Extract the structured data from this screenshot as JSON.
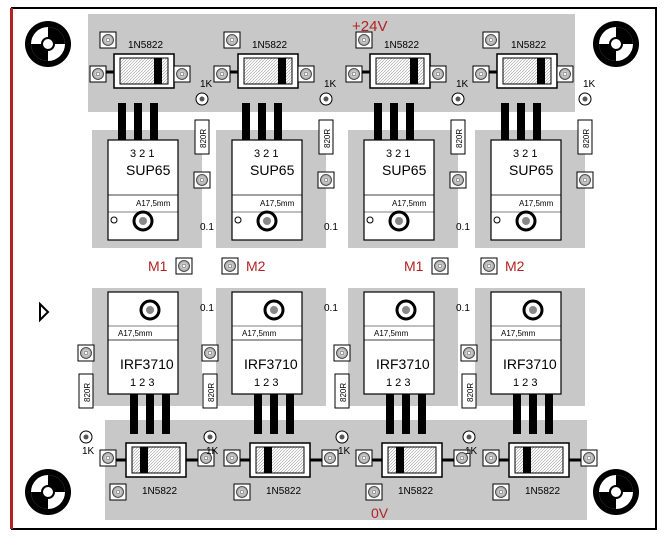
{
  "labels": {
    "power_rail": "+24V",
    "ground_rail": "0V"
  },
  "colors": {
    "board": "#ffffff",
    "copper": "#c8c8c8",
    "edge_left": "#b22222",
    "rail_text": "#b22222",
    "silk": "#000000"
  },
  "channels": [
    {
      "top_diode": "1N5822",
      "top_resistor": "820R",
      "top_pull": "1K",
      "upper_part": "SUP65",
      "upper_pins": "3 2 1",
      "upper_hole": "A17,5mm",
      "shunt_label": "0.1",
      "motor": "M1",
      "lower_part": "IRF3710",
      "lower_pins": "1 2 3",
      "lower_hole": "A17,5mm",
      "bottom_resistor": "820R",
      "bottom_pull": "1K",
      "bottom_diode": "1N5822"
    },
    {
      "top_diode": "1N5822",
      "top_resistor": "820R",
      "top_pull": "1K",
      "upper_part": "SUP65",
      "upper_pins": "3 2 1",
      "upper_hole": "A17,5mm",
      "shunt_label": "0.1",
      "motor": "M2",
      "lower_part": "IRF3710",
      "lower_pins": "1 2 3",
      "lower_hole": "A17,5mm",
      "bottom_resistor": "820R",
      "bottom_pull": "1K",
      "bottom_diode": "1N5822"
    },
    {
      "top_diode": "1N5822",
      "top_resistor": "820R",
      "top_pull": "1K",
      "upper_part": "SUP65",
      "upper_pins": "3 2 1",
      "upper_hole": "A17,5mm",
      "shunt_label": "0.1",
      "motor": "M1",
      "lower_part": "IRF3710",
      "lower_pins": "1 2 3",
      "lower_hole": "A17,5mm",
      "bottom_resistor": "820R",
      "bottom_pull": "1K",
      "bottom_diode": "1N5822"
    },
    {
      "top_diode": "1N5822",
      "top_resistor": "820R",
      "top_pull": "1K",
      "upper_part": "SUP65",
      "upper_pins": "3 2 1",
      "upper_hole": "A17,5mm",
      "shunt_label": "",
      "motor": "M2",
      "lower_part": "IRF3710",
      "lower_pins": "1 2 3",
      "lower_hole": "A17,5mm",
      "bottom_resistor": "820R",
      "bottom_pull": "1K",
      "bottom_diode": "1N5822"
    }
  ]
}
